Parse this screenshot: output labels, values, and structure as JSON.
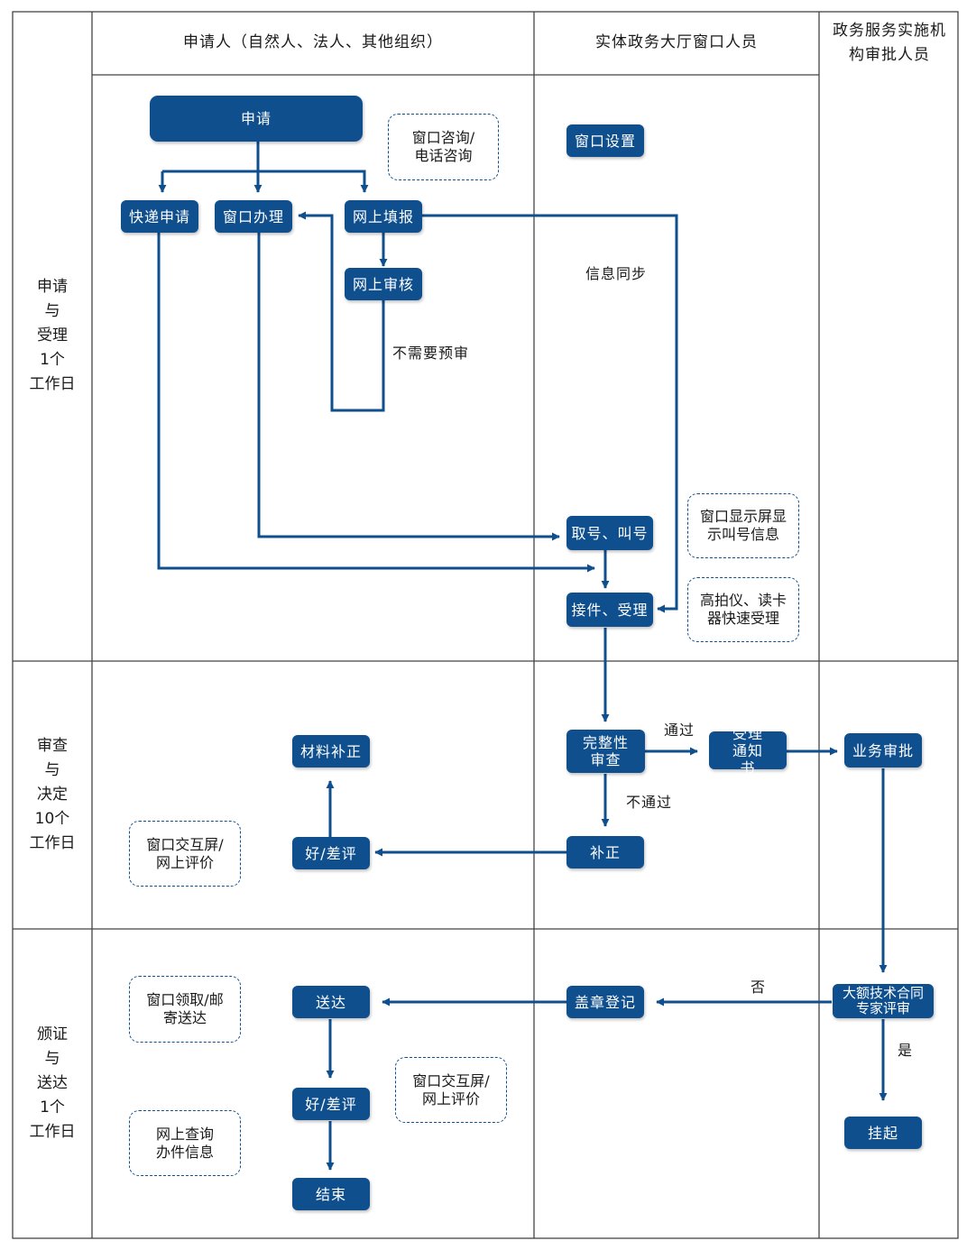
{
  "lanes": {
    "applicant": "申请人（自然人、法人、其他组织）",
    "window_staff": "实体政务大厅窗口人员",
    "approver": "政务服务实施机构审批人员"
  },
  "phases": {
    "apply": [
      "申请",
      "与",
      "受理",
      "1个",
      "工作日"
    ],
    "review": [
      "审查",
      "与",
      "决定",
      "10个",
      "工作日"
    ],
    "issue": [
      "颁证",
      "与",
      "送达",
      "1个",
      "工作日"
    ]
  },
  "nodes": {
    "apply": "申请",
    "express_apply": "快递申请",
    "window_handle": "窗口办理",
    "online_fill": "网上填报",
    "online_review": "网上审核",
    "window_setup": "窗口设置",
    "take_number": "取号、叫号",
    "accept": "接件、受理",
    "completeness": "完整性审查",
    "acceptance_notice": "受理通知书",
    "business_approval": "业务审批",
    "correction": "补正",
    "material_correction": "材料补正",
    "rating_1": "好/差评",
    "expert_review": "大额技术合同专家评审",
    "suspend": "挂起",
    "seal_register": "盖章登记",
    "deliver": "送达",
    "rating_2": "好/差评",
    "end": "结束"
  },
  "notes": {
    "consult": "窗口咨询/电话咨询",
    "screen": "窗口显示屏显示叫号信息",
    "camera": "高拍仪、读卡器快速受理",
    "interactive_1": "窗口交互屏/网上评价",
    "pickup": "窗口领取/邮寄送达",
    "interactive_2": "窗口交互屏/网上评价",
    "query": "网上查询办件信息"
  },
  "edge_labels": {
    "sync": "信息同步",
    "no_prereview": "不需要预审",
    "pass": "通过",
    "fail": "不通过",
    "no": "否",
    "yes": "是"
  },
  "colors": {
    "node": "#0f4f8e",
    "line": "#0f4f8e",
    "grid": "#444444"
  }
}
